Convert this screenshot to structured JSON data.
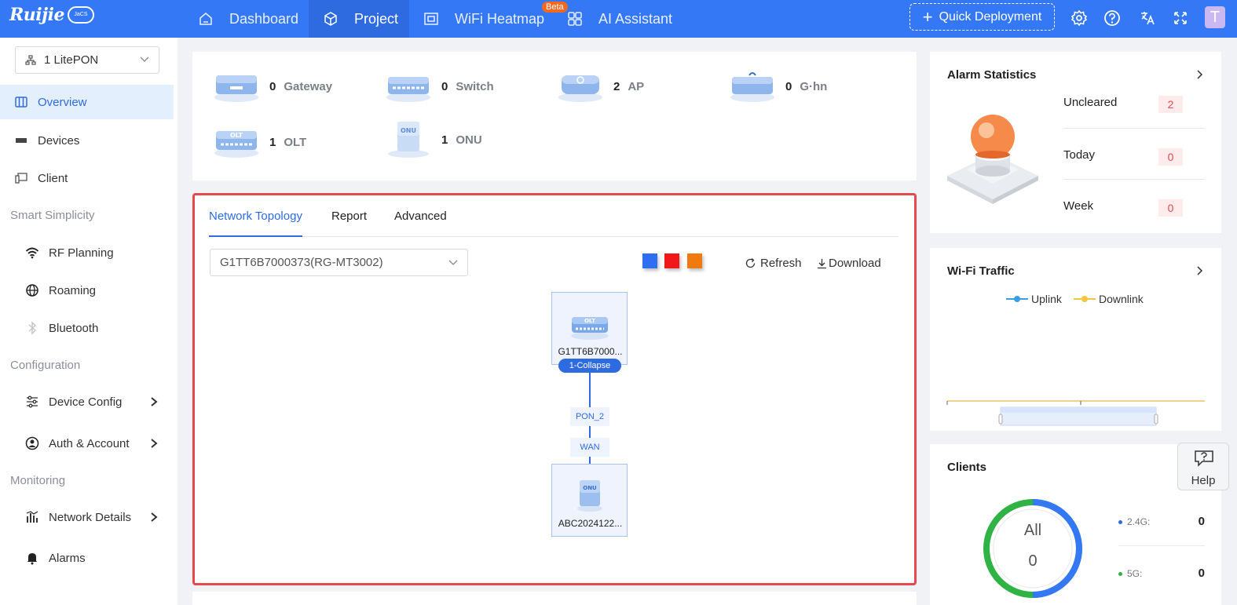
{
  "brand": {
    "logo_text": "Ruijie",
    "logo_badge": "JaCS"
  },
  "nav": {
    "tabs": [
      {
        "label": "Dashboard"
      },
      {
        "label": "Project"
      },
      {
        "label": "WiFi Heatmap"
      },
      {
        "label": "AI Assistant"
      }
    ],
    "beta_badge": "Beta",
    "quick_deployment": "Quick Deployment",
    "user_initial": "T",
    "icons": [
      "settings-icon",
      "help-circle-icon",
      "translate-icon",
      "fullscreen-icon"
    ]
  },
  "sidebar": {
    "project_select": "1 LitePON",
    "items": [
      {
        "label": "Overview",
        "icon": "overview-icon"
      },
      {
        "label": "Devices",
        "icon": "devices-icon"
      },
      {
        "label": "Client",
        "icon": "client-icon"
      }
    ],
    "groups": {
      "smart": "Smart Simplicity",
      "config": "Configuration",
      "monitor": "Monitoring"
    },
    "smart_items": [
      {
        "label": "RF Planning",
        "icon": "wifi-icon"
      },
      {
        "label": "Roaming",
        "icon": "globe-icon"
      },
      {
        "label": "Bluetooth",
        "icon": "bluetooth-icon"
      }
    ],
    "config_items": [
      {
        "label": "Device Config",
        "icon": "sliders-icon"
      },
      {
        "label": "Auth & Account",
        "icon": "user-circle-icon"
      }
    ],
    "monitor_items": [
      {
        "label": "Network Details",
        "icon": "bar-chart-icon"
      },
      {
        "label": "Alarms",
        "icon": "bell-icon"
      }
    ]
  },
  "devices": [
    {
      "count": "0",
      "name": "Gateway"
    },
    {
      "count": "0",
      "name": "Switch"
    },
    {
      "count": "2",
      "name": "AP"
    },
    {
      "count": "0",
      "name": "G·hn"
    },
    {
      "count": "1",
      "name": "OLT"
    },
    {
      "count": "1",
      "name": "ONU"
    }
  ],
  "topology": {
    "tabs": [
      "Network Topology",
      "Report",
      "Advanced"
    ],
    "device_select": "G1TT6B7000373(RG-MT3002)",
    "colors": [
      "#2f6ef0",
      "#f01818",
      "#f07a10"
    ],
    "refresh": "Refresh",
    "download": "Download",
    "olt_node_label": "G1TT6B7000...",
    "olt_icon_text": "OLT",
    "collapse_badge": "1-Collapse",
    "port_top": "PON_2",
    "port_bottom": "WAN",
    "onu_node_label": "ABC2024122...",
    "onu_icon_text": "ONU"
  },
  "alarm_stats": {
    "title": "Alarm Statistics",
    "rows": [
      {
        "label": "Uncleared",
        "value": "2"
      },
      {
        "label": "Today",
        "value": "0"
      },
      {
        "label": "Week",
        "value": "0"
      }
    ]
  },
  "wifi_traffic": {
    "title": "Wi-Fi Traffic",
    "legend": [
      {
        "label": "Uplink",
        "color": "#3a9ee4"
      },
      {
        "label": "Downlink",
        "color": "#f5c542"
      }
    ]
  },
  "clients": {
    "title": "Clients",
    "center_label": "All",
    "center_value": "0",
    "stats": [
      {
        "label": "2.4G:",
        "value": "0",
        "color": "#2f6be0"
      },
      {
        "label": "5G:",
        "value": "0",
        "color": "#2fb344"
      }
    ]
  },
  "help_label": "Help"
}
